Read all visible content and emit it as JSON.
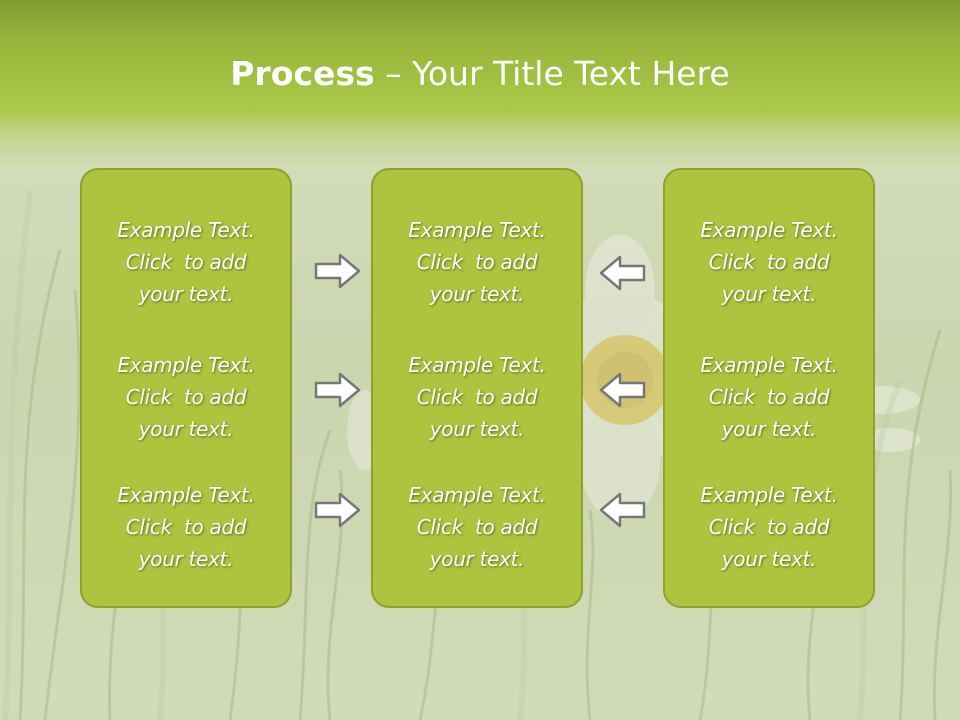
{
  "slide": {
    "title_bold": "Process",
    "title_rest": " – Your Title Text Here"
  },
  "panels": {
    "left": [
      {
        "line1": "Example Text.",
        "line2": "Click  to add",
        "line3": "your text."
      },
      {
        "line1": "Example Text.",
        "line2": "Click  to add",
        "line3": "your text."
      },
      {
        "line1": "Example Text.",
        "line2": "Click  to add",
        "line3": "your text."
      }
    ],
    "center": [
      {
        "line1": "Example Text.",
        "line2": "Click  to add",
        "line3": "your text."
      },
      {
        "line1": "Example Text.",
        "line2": "Click  to add",
        "line3": "your text."
      },
      {
        "line1": "Example Text.",
        "line2": "Click  to add",
        "line3": "your text."
      }
    ],
    "right": [
      {
        "line1": "Example Text.",
        "line2": "Click  to add",
        "line3": "your text."
      },
      {
        "line1": "Example Text.",
        "line2": "Click  to add",
        "line3": "your text."
      },
      {
        "line1": "Example Text.",
        "line2": "Click  to add",
        "line3": "your text."
      }
    ]
  },
  "arrows": {
    "left_to_center": [
      "arrow-right-icon",
      "arrow-right-icon",
      "arrow-right-icon"
    ],
    "right_to_center": [
      "arrow-left-icon",
      "arrow-left-icon",
      "arrow-left-icon"
    ]
  },
  "colors": {
    "title_bar": "#9cb93c",
    "panel_fill": "#aec43f",
    "panel_border": "#8ea12c",
    "text": "#ffffff"
  }
}
